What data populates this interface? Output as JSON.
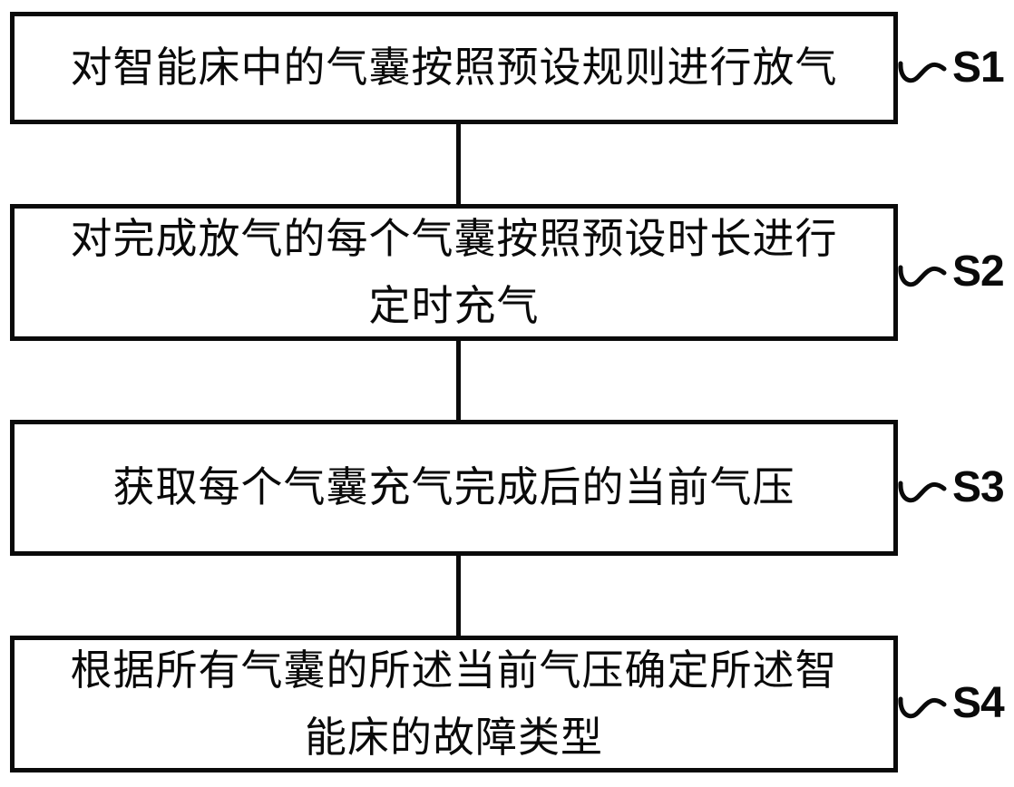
{
  "figure": {
    "type": "flowchart",
    "background_color": "#ffffff",
    "line_color": "#0a0a0a",
    "text_color": "#0a0a0a",
    "steps": [
      {
        "id": "S1",
        "text": "对智能床中的气囊按照预设规则进行放气"
      },
      {
        "id": "S2",
        "text": "对完成放气的每个气囊按照预设时长进行定时充气"
      },
      {
        "id": "S3",
        "text": "获取每个气囊充气完成后的当前气压"
      },
      {
        "id": "S4",
        "text": "根据所有气囊的所述当前气压确定所述智能床的故障类型"
      }
    ]
  }
}
